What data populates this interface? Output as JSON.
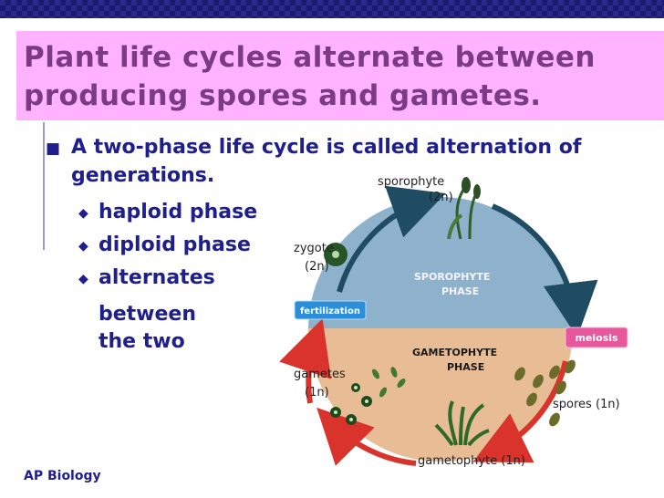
{
  "slide": {
    "title": "Plant life cycles alternate between producing spores and gametes.",
    "bullet": "A two-phase life cycle is called alternation of generations.",
    "sub_bullets": [
      "haploid phase",
      "diploid phase",
      "alternates"
    ],
    "between_line": "between",
    "two_line": "the two",
    "footer": "AP Biology"
  },
  "diagram": {
    "sporophyte_label": "sporophyte",
    "sporophyte_ploidy": "(2n)",
    "zygote_label": "zygote",
    "zygote_ploidy": "(2n)",
    "sporophyte_phase": "SPOROPHYTE",
    "sporophyte_phase_2": "PHASE",
    "fertilization": "fertilization",
    "meiosis": "meiosis",
    "gametophyte_phase": "GAMETOPHYTE",
    "gametophyte_phase_2": "PHASE",
    "gametes_label": "gametes",
    "gametes_ploidy": "(1n)",
    "spores_label": "spores (1n)",
    "gametophyte_label": "gametophyte (1n)",
    "colors": {
      "sporophyte_fill": "#8fb2cc",
      "gametophyte_fill": "#e8bd95",
      "diploid_arrow": "#1f4c62",
      "haploid_arrow": "#d9332b",
      "badge": "#2a8fd8",
      "badge_meiosis": "#e8579c"
    }
  }
}
